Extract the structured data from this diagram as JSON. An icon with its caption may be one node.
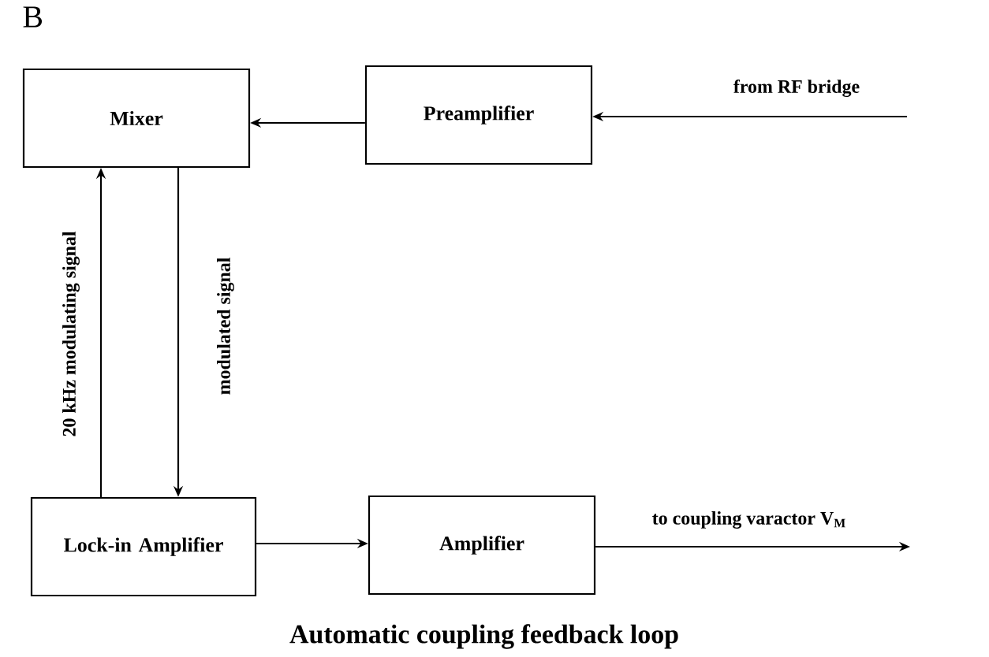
{
  "diagram": {
    "caption": "Automatic coupling feedback loop",
    "nodes": [
      {
        "text": [
          "Mixer"
        ]
      },
      {
        "text": [
          "Preamplifier"
        ]
      },
      {
        "text": [
          "Lock-in Amplifier"
        ]
      },
      {
        "text": [
          "Amplifier"
        ]
      }
    ],
    "edges": [
      {
        "from": null,
        "to": 1,
        "arrow": "to",
        "label": "from RF bridge"
      },
      {
        "from": 1,
        "to": 0,
        "arrow": "to"
      },
      {
        "from": 2,
        "to": 0,
        "arrow": "to",
        "label": "20 kHz modulating signal"
      },
      {
        "from": 0,
        "to": 2,
        "arrow": "to",
        "label": "modulated signal"
      },
      {
        "from": 2,
        "to": 3,
        "arrow": "to"
      },
      {
        "from": 3,
        "to": null,
        "arrow": "to",
        "label": "to coupling varactor V$_{M}$"
      }
    ],
    "labels": [
      "B"
    ]
  }
}
